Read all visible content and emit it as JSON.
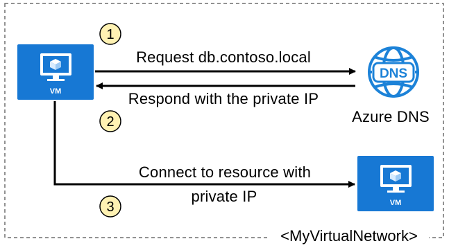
{
  "steps": {
    "one": {
      "number": "1",
      "label": "Request db.contoso.local"
    },
    "two": {
      "number": "2",
      "label": "Respond with the private IP"
    },
    "three": {
      "number": "3",
      "label_line1": "Connect to resource with",
      "label_line2": "private IP"
    }
  },
  "nodes": {
    "source_vm": {
      "label": "VM"
    },
    "dns": {
      "icon_text": "DNS",
      "label": "Azure DNS"
    },
    "target_vm": {
      "label": "VM"
    }
  },
  "network": {
    "label": "<MyVirtualNetwork>"
  },
  "colors": {
    "vm_tile": "#1778d4",
    "dns_icon": "#1c82d8",
    "badge_fill": "#fff2b3",
    "border": "#6e6e6e"
  }
}
